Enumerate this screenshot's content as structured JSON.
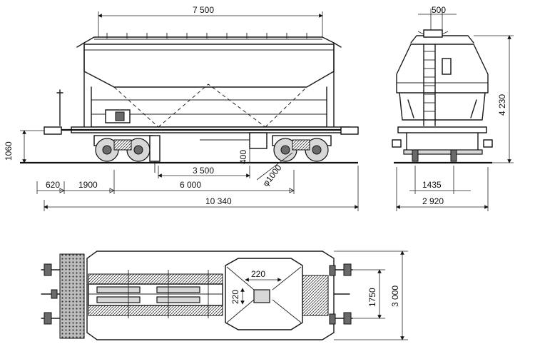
{
  "dimensions": {
    "body_length": "7 500",
    "hatch_width": "500",
    "total_height": "4 230",
    "buffer_height": "1060",
    "wheel_diameter": "φ1000",
    "outlet_height": "400",
    "bogie_spacing": "3 500",
    "buffer_overhang": "620",
    "pivot_offset": "1900",
    "pivot_distance": "6 000",
    "length_over_buffers": "10 340",
    "track_gauge": "1435",
    "total_width": "2 920",
    "outlet_size_h": "220",
    "outlet_size_v": "220",
    "buffer_spacing": "1750",
    "body_width": "3 000"
  }
}
